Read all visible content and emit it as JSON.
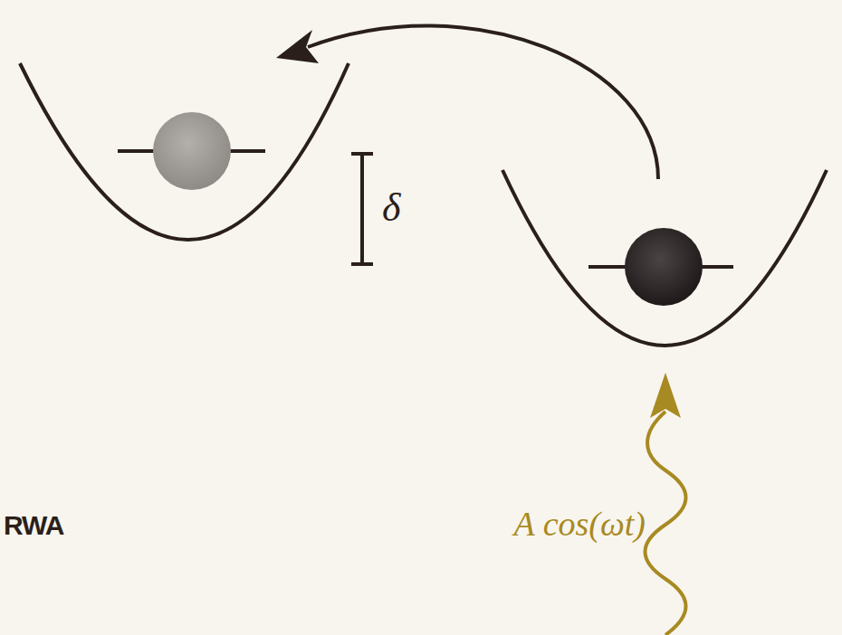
{
  "diagram": {
    "labels": [
      "δ",
      "A cos(ωt)",
      "RWA"
    ]
  }
}
